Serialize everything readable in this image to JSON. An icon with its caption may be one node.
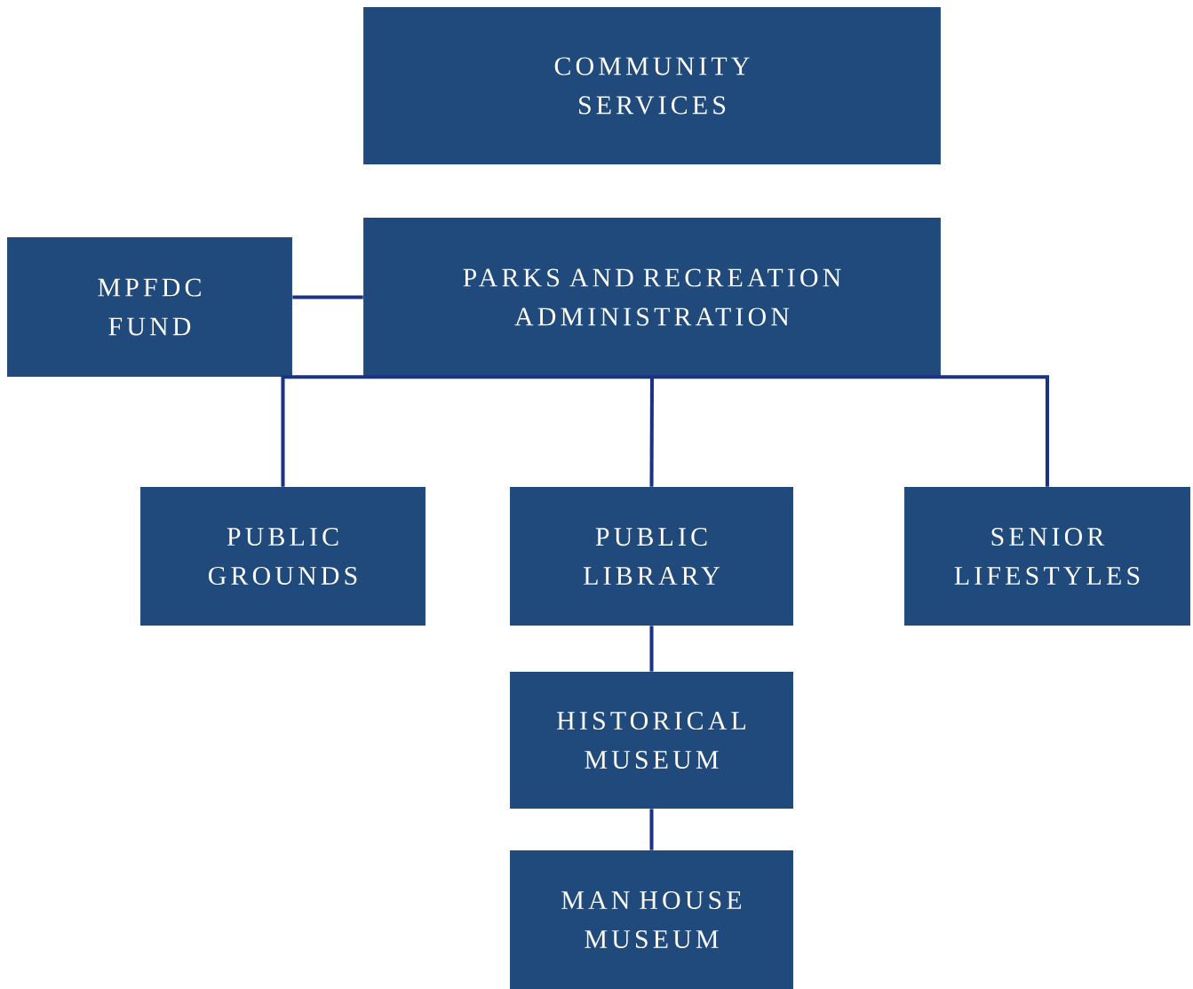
{
  "diagram": {
    "nodes": [
      {
        "text": [
          "COMMUNITY SERVICES"
        ]
      },
      {
        "text": [
          "MPFDC FUND"
        ]
      },
      {
        "text": [
          "PARKS AND RECREATION ADMINISTRATION"
        ]
      },
      {
        "text": [
          "PUBLIC GROUNDS"
        ]
      },
      {
        "text": [
          "PUBLIC LIBRARY"
        ]
      },
      {
        "text": [
          "SENIOR LIFESTYLES"
        ]
      },
      {
        "text": [
          "HISTORICAL MUSEUM"
        ]
      },
      {
        "text": [
          "MAN HOUSE MUSEUM"
        ]
      }
    ],
    "edges": [
      {
        "from": 2,
        "to": 1,
        "arrow": "none"
      },
      {
        "from": 2,
        "to": 3,
        "arrow": "none"
      },
      {
        "from": 2,
        "to": 4,
        "arrow": "none"
      },
      {
        "from": 2,
        "to": 5,
        "arrow": "none"
      },
      {
        "from": 4,
        "to": 6,
        "arrow": "none"
      },
      {
        "from": 6,
        "to": 7,
        "arrow": "none"
      }
    ]
  }
}
